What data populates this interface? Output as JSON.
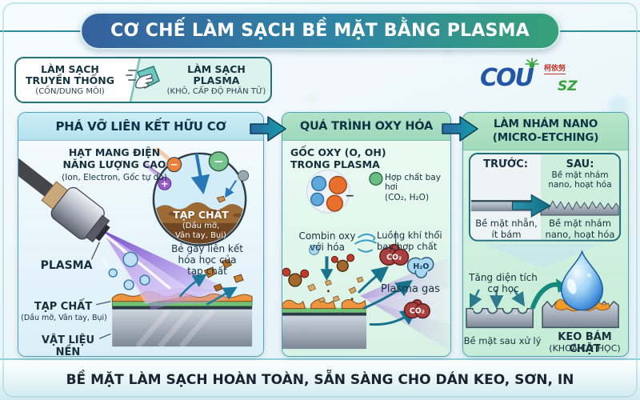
{
  "title": "CƠ CHẾ LÀM SẠCH BỀ MẶT BẰNG PLASMA",
  "legend": {
    "left_title": "LÀM SẠCH\nTRUYỀN THỐNG",
    "left_sub": "(CỒN/DUNG MÔI)",
    "right_title": "LÀM SẠCH\nPLASMA",
    "right_sub": "(KHÔ, CẤP ĐỘ PHÂN TỬ)"
  },
  "logo": {
    "main": "COU",
    "sub": "SZ",
    "cn": "柯依努"
  },
  "panels": {
    "p1": {
      "header": "PHÁ VỠ LIÊN KẾT HỮU CƠ",
      "particles_title": "HẠT MANG ĐIỆN\nNĂNG LƯỢNG CAO",
      "particles_sub": "(Ion, Electron, Gốc tự do)",
      "inset_title": "TẠP CHẤT",
      "inset_sub": "(Dầu mỡ,\nVân tay, Bụi)",
      "break_text": "Bẻ gãy liên kết\nhóa học của\ntạp chất",
      "plasma_label": "PLASMA",
      "contaminant_label": "TẠP CHẤT",
      "contaminant_sub": "(Dầu mỡ, Vân tay, Bụi)",
      "substrate_label": "VẬT LIỆU NỀN",
      "ion_minus": "−",
      "ion_plus": "+"
    },
    "p2": {
      "header": "QUÁ TRÌNH OXY HÓA",
      "radicals_title": "GỐC OXY (O, OH)\nTRONG PLASMA",
      "volatile_label": "Hợp chất bay hơi\n(CO₂, H₂O)",
      "combine_label": "Combin oxy\nvới hóa",
      "airflow_label": "Luồng khí thổi\nbay hợp chất",
      "minus": "−",
      "co2": "CO₂",
      "h2o": "H₂O",
      "plasma_gas": "Plasma gas"
    },
    "p3": {
      "header": "LÀM NHÁM NANO\n(MICRO-ETCHING)",
      "before_label": "TRƯỚC:",
      "after_label": "SAU:",
      "after_note": "Bề mặt nhám\nnano, hoạt hóa",
      "before_caption": "Bề mặt nhẵn,\nít bám",
      "after_caption": "Bề mặt nhám\nnano, hoạt hóa",
      "area_label": "Tăng diện tích\ncơ học",
      "treated_label": "Bề mặt sau xử lý",
      "glue_title": "KEO BÁM CHẶT",
      "glue_sub": "(KHOÁ CƠ HỌC)"
    }
  },
  "footer": "BỀ MẶT LÀM SẠCH HOÀN TOÀN, SẴN SÀNG CHO DÁN KEO, SƠN, IN",
  "colors": {
    "title_gradient_left": "#34619e",
    "title_gradient_right": "#36a077",
    "panel1_header_bg": "#c3e9f3",
    "panel2_header_bg": "#a6dcc0",
    "panel3_header_bg": "#abdfbd",
    "flow_arrow_blue": "#2a66a4",
    "teal_accent": "#1c7a8c",
    "plasma_purple": "#8a5fd4",
    "contaminant_orange": "#ec9440",
    "co2_red": "#a84040",
    "h2o_blue": "#a8d8f0",
    "logo_blue": "#2456a8",
    "logo_green": "#38a33c",
    "logo_red": "#c23028"
  }
}
